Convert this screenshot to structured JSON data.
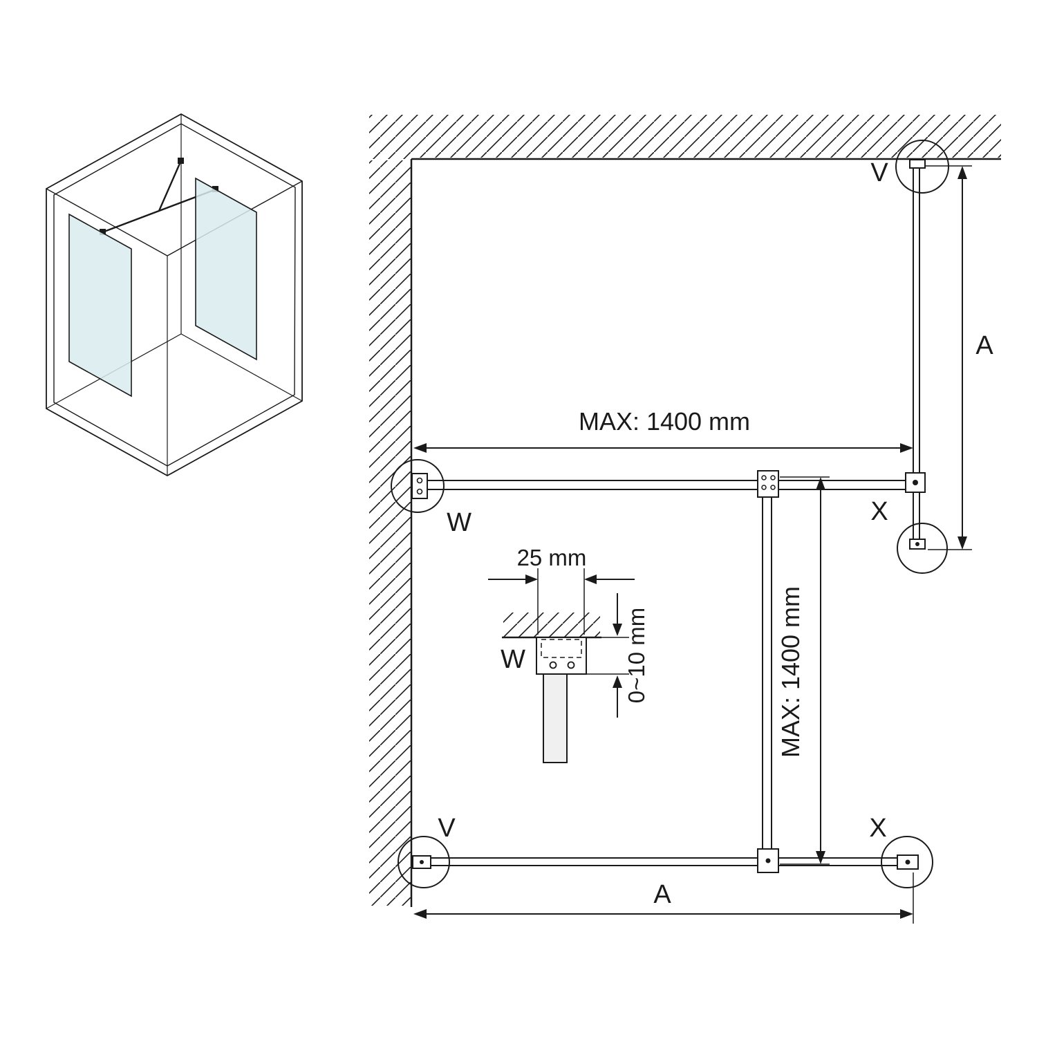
{
  "page": {
    "background": "#ffffff"
  },
  "diagram": {
    "type": "shower-walk-in-installation-plan",
    "colors": {
      "line": "#1a1a1a",
      "glass_fill": "#d9ecef"
    },
    "dimensions": {
      "top_width": "MAX: 1400 mm",
      "panel_length": "MAX: 1400 mm",
      "support_bar_right": "A",
      "support_bar_bottom": "A",
      "profile_width": "25 mm",
      "wall_gap": "0~10 mm"
    },
    "callouts": {
      "v_top": "V",
      "w_wall_profile": "W",
      "x_connector": "X",
      "w_detail": "W",
      "v_bottom": "V",
      "x_bottom": "X"
    }
  }
}
